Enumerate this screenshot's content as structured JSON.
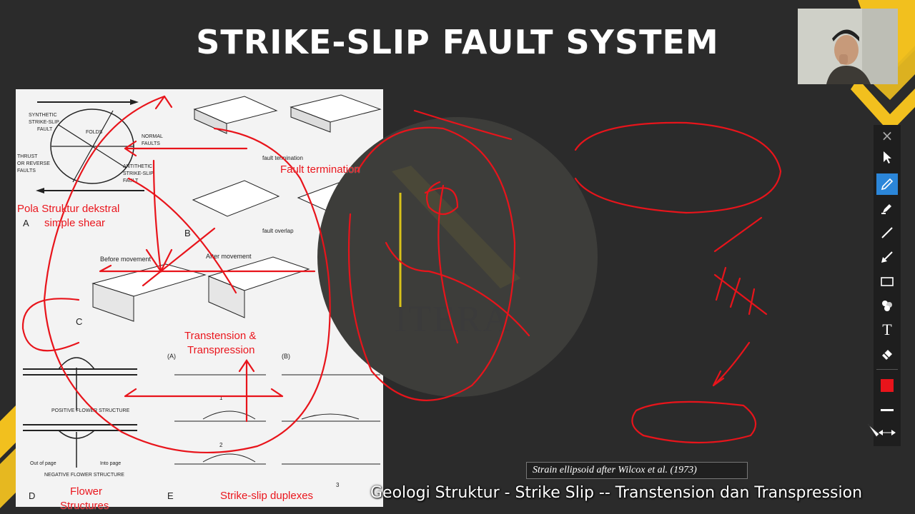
{
  "slide": {
    "title": "STRIKE-SLIP FAULT SYSTEM"
  },
  "figure": {
    "panel_labels": [
      "A",
      "B",
      "C",
      "D",
      "E"
    ],
    "text_a": [
      "SYNTHETIC",
      "STRIKE-SLIP",
      "FAULT",
      "THRUST",
      "OR REVERSE",
      "FAULTS",
      "FOLDS",
      "NORMAL",
      "FAULTS",
      "ANTITHETIC",
      "STRIKE-SLIP",
      "FAULT"
    ],
    "fault_termination": "fault termination",
    "fault_overlap": "fault overlap",
    "before_movement": "Before movement",
    "after_movement": "After movement",
    "positive_flower": "POSITIVE FLOWER STRUCTURE",
    "negative_flower": "NEGATIVE FLOWER STRUCTURE",
    "out_of_page": "Out of page",
    "into_page": "Into page",
    "sub_a": "(A)",
    "sub_b": "(B)",
    "num_1": "1",
    "num_2": "2",
    "num_3": "3"
  },
  "annotations": {
    "fault_termination": "Fault termination",
    "pola_line1": "Pola Struktur dekstral",
    "pola_line2": "simple shear",
    "transtension_line1": "Transtension &",
    "transtension_line2": "Transpression",
    "flower_line1": "Flower",
    "flower_line2": "Structures",
    "duplexes": "Strike-slip duplexes"
  },
  "watermark": {
    "logo_text": "ITERA"
  },
  "toolbar": {
    "close": "×",
    "tools": [
      "select",
      "pen",
      "highlighter",
      "line",
      "arrow",
      "rectangle",
      "stamp",
      "text",
      "eraser"
    ],
    "active_tool": "pen",
    "text_tool_glyph": "T",
    "pen_color": "#e8141b",
    "accent_color": "#2b86d9"
  },
  "caption": {
    "text": "Strain ellipsoid after Wilcox et al. (1973)"
  },
  "subtitle": {
    "text": "Geologi Struktur - Strike Slip -- Transtension dan Transpression"
  },
  "colors": {
    "background": "#2b2b2b",
    "annotation_red": "#e8141b",
    "brand_yellow": "#f2c01e"
  }
}
